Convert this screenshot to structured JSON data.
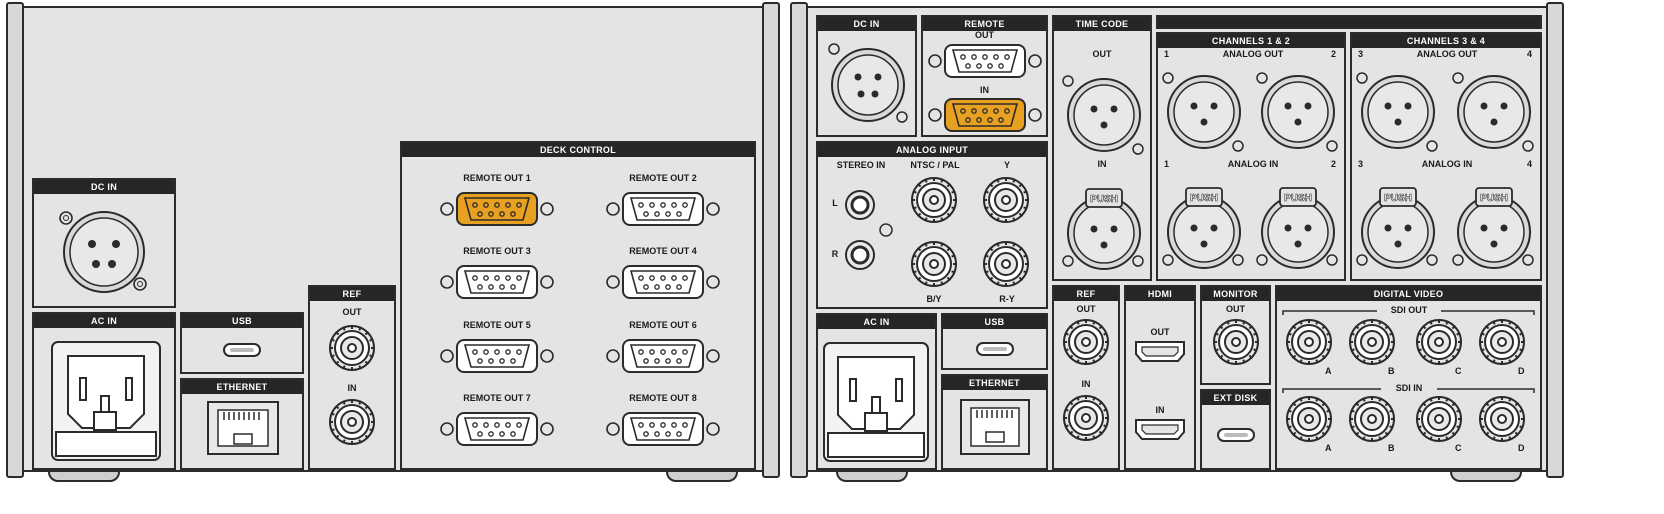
{
  "colors": {
    "outline": "#2b2b2b",
    "panel": "#e4e4e4",
    "header": "#262626",
    "highlight": "#e8a020"
  },
  "left": {
    "dc_in": "DC IN",
    "ac_in": "AC IN",
    "usb": "USB",
    "ethernet": "ETHERNET",
    "ref": "REF",
    "ref_out": "OUT",
    "ref_in": "IN",
    "deck_control": "DECK CONTROL",
    "remote_outs": [
      "REMOTE OUT 1",
      "REMOTE OUT 2",
      "REMOTE OUT 3",
      "REMOTE OUT 4",
      "REMOTE OUT 5",
      "REMOTE OUT 6",
      "REMOTE OUT 7",
      "REMOTE OUT 8"
    ]
  },
  "right": {
    "dc_in": "DC IN",
    "remote": "REMOTE",
    "remote_out": "OUT",
    "remote_in": "IN",
    "time_code": "TIME CODE",
    "tc_out": "OUT",
    "tc_in": "IN",
    "push": "PUSH",
    "ch12": "CHANNELS 1 & 2",
    "ch34": "CHANNELS 3 & 4",
    "analog_out": "ANALOG OUT",
    "analog_in": "ANALOG IN",
    "n1": "1",
    "n2": "2",
    "n3": "3",
    "n4": "4",
    "analog_input": "ANALOG INPUT",
    "stereo_in": "STEREO IN",
    "ntsc_pal": "NTSC / PAL",
    "y": "Y",
    "l": "L",
    "r": "R",
    "by": "B/Y",
    "ry": "R-Y",
    "ac_in": "AC IN",
    "usb": "USB",
    "ethernet": "ETHERNET",
    "ref": "REF",
    "ref_out": "OUT",
    "ref_in": "IN",
    "hdmi": "HDMI",
    "hdmi_out": "OUT",
    "hdmi_in": "IN",
    "monitor": "MONITOR",
    "monitor_out": "OUT",
    "ext_disk": "EXT DISK",
    "digital_video": "DIGITAL VIDEO",
    "sdi_out": "SDI OUT",
    "sdi_in": "SDI IN",
    "sdi_letters": [
      "A",
      "B",
      "C",
      "D"
    ]
  }
}
